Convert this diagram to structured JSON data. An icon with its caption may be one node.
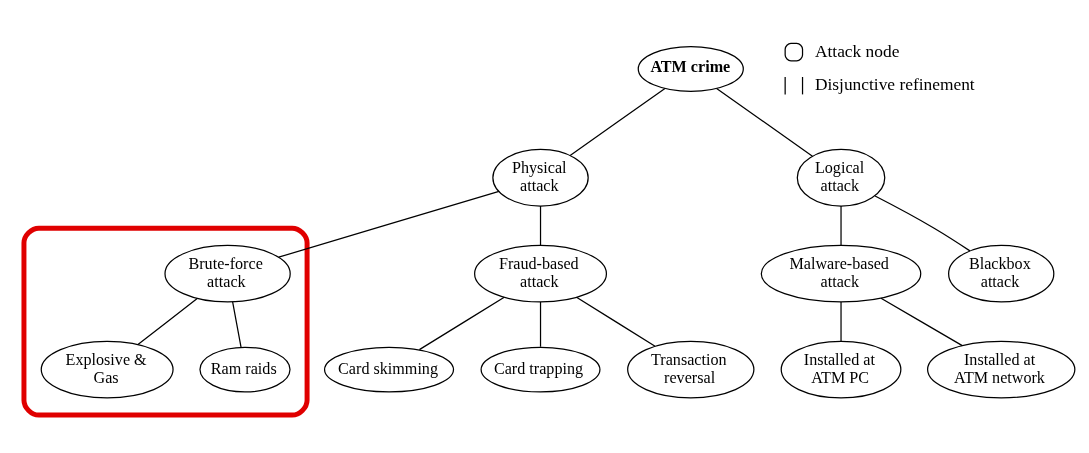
{
  "diagram": {
    "nodes": [
      {
        "text": [
          "ATM crime"
        ]
      },
      {
        "text": [
          "Physical attack"
        ]
      },
      {
        "text": [
          "Logical attack"
        ]
      },
      {
        "text": [
          "Fraud-based attack"
        ]
      },
      {
        "text": [],
        "shape": "box"
      },
      {
        "text": [
          "Brute-force attack"
        ],
        "in": 4
      },
      {
        "text": [
          "Malware-based attack"
        ]
      },
      {
        "text": [
          "Blackbox attack"
        ]
      },
      {
        "text": [
          "Card skimming"
        ]
      },
      {
        "text": [
          "Card trapping"
        ]
      },
      {
        "text": [
          "Transaction reversal"
        ]
      },
      {
        "text": [
          "Explosive & Gas"
        ],
        "in": 4
      },
      {
        "text": [
          "Ram raids"
        ],
        "in": 4
      },
      {
        "text": [
          "Installed at ATM PC"
        ]
      },
      {
        "text": [
          "Installed at ATM network"
        ]
      }
    ],
    "edges": [
      {
        "from": 0,
        "to": 1,
        "arrow": "none"
      },
      {
        "from": 0,
        "to": 2,
        "arrow": "none"
      },
      {
        "from": 1,
        "to": 3,
        "arrow": "none"
      },
      {
        "from": 1,
        "to": 5,
        "arrow": "none"
      },
      {
        "from": 2,
        "to": 6,
        "arrow": "none"
      },
      {
        "from": 2,
        "to": 7,
        "arrow": "none"
      },
      {
        "from": 3,
        "to": 8,
        "arrow": "none"
      },
      {
        "from": 3,
        "to": 9,
        "arrow": "none"
      },
      {
        "from": 3,
        "to": 10,
        "arrow": "none"
      },
      {
        "from": 5,
        "to": 11,
        "arrow": "none"
      },
      {
        "from": 5,
        "to": 12,
        "arrow": "none"
      },
      {
        "from": 6,
        "to": 13,
        "arrow": "none"
      },
      {
        "from": 6,
        "to": 14,
        "arrow": "none"
      }
    ],
    "legend": [
      {
        "text": "Attack node"
      },
      {
        "text": "Disjunctive refinement"
      }
    ]
  }
}
